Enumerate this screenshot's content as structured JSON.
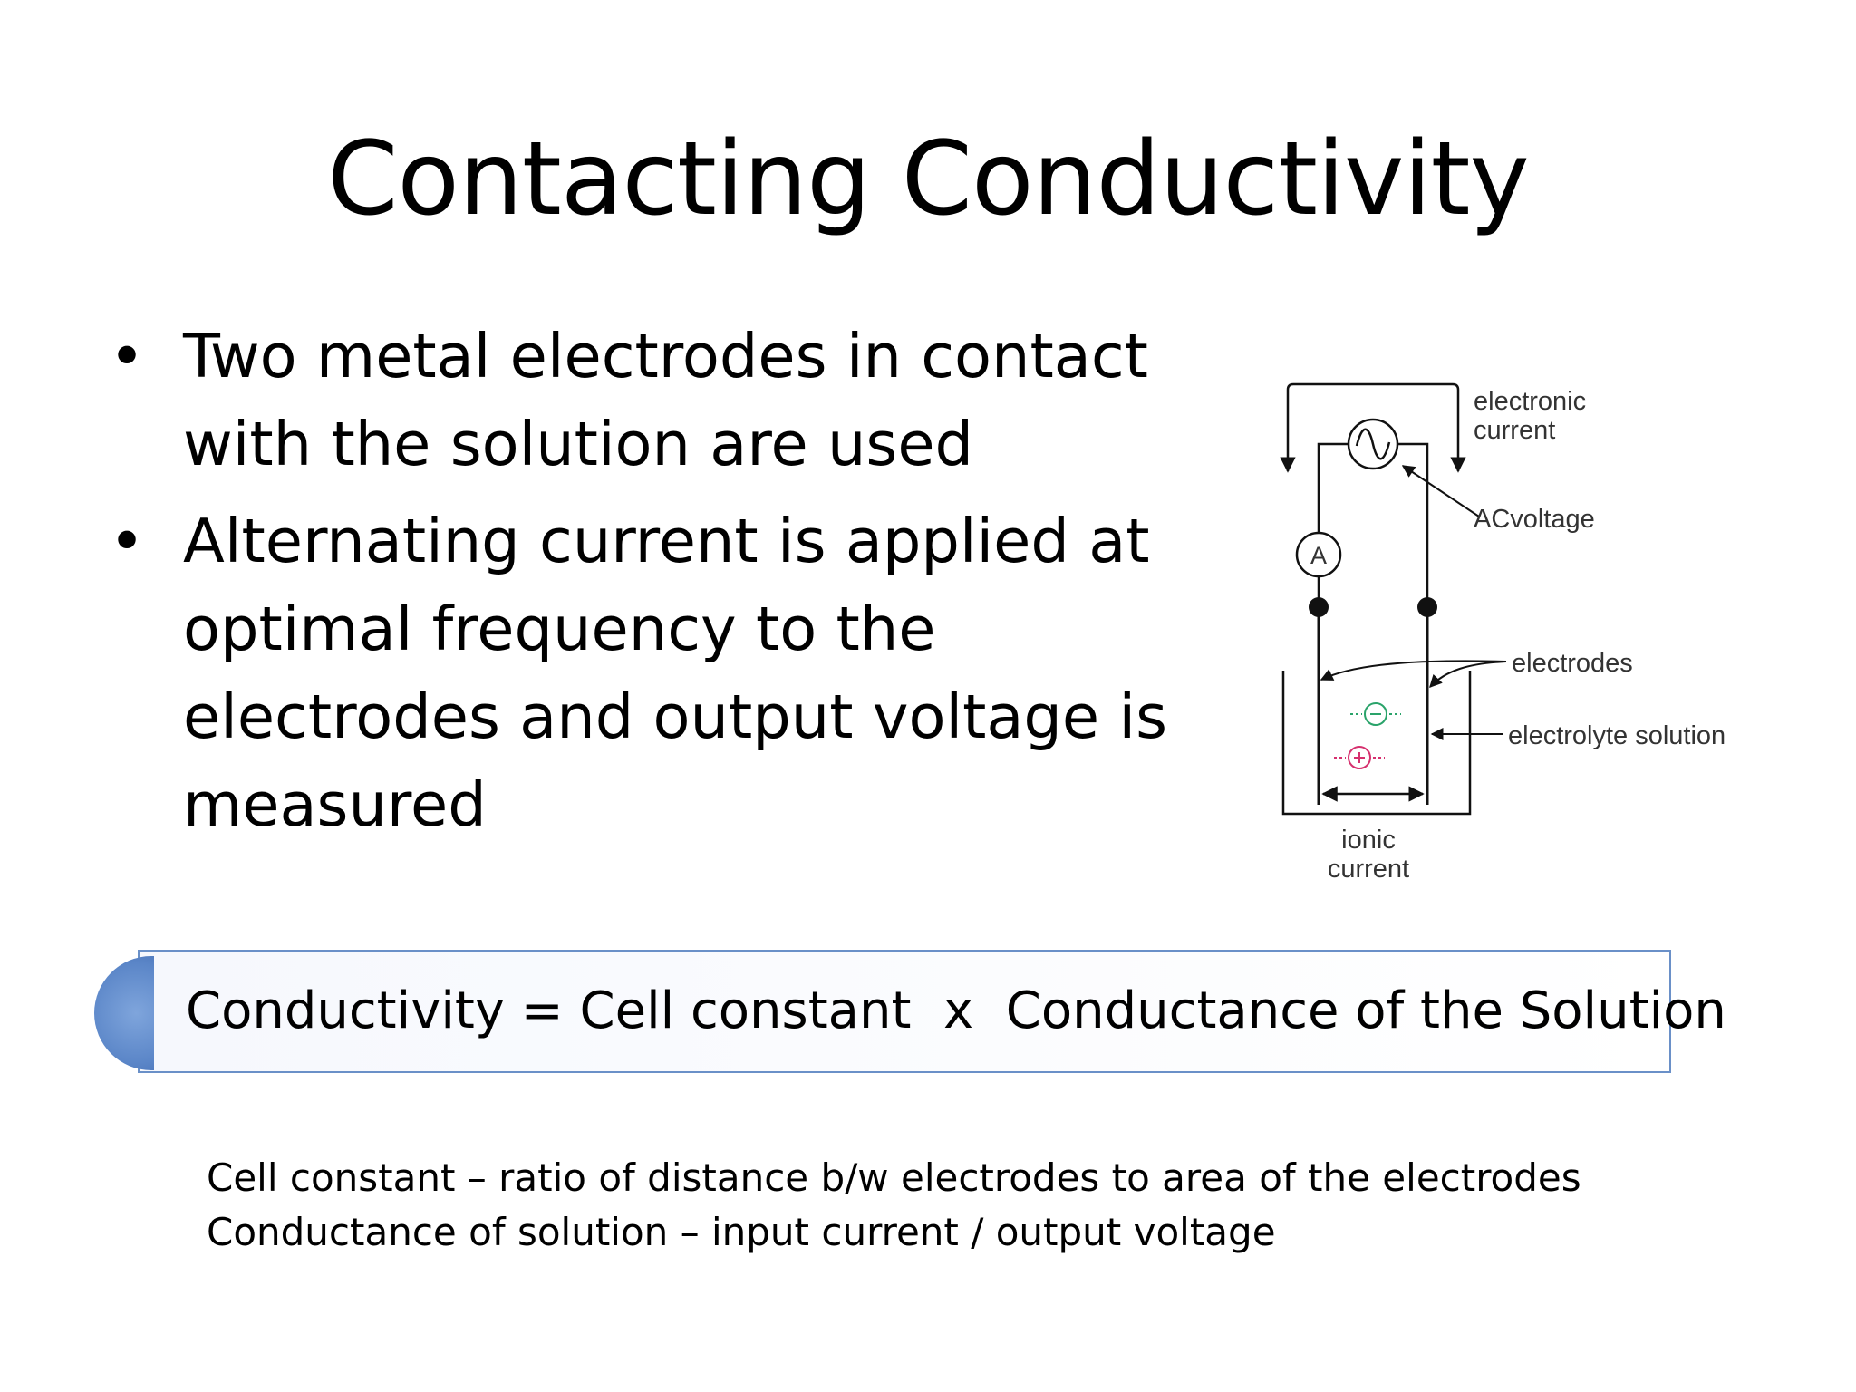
{
  "slide": {
    "title": "Contacting Conductivity",
    "bullets": [
      {
        "marker": "•",
        "line1": "Two metal electrodes in contact",
        "line2": "with the solution are used"
      },
      {
        "marker": "•",
        "line1": "Alternating current is applied at",
        "line2": "optimal frequency to the",
        "line3": "electrodes and output voltage is",
        "line4": "measured"
      }
    ],
    "diagram": {
      "labels": {
        "electronic_1": "electronic",
        "electronic_2": "current",
        "ammeter": "A",
        "ac_voltage": "ACvoltage",
        "electrodes": "electrodes",
        "electrolyte": "electrolyte solution",
        "ionic_1": "ionic",
        "ionic_2": "current",
        "minus": "−",
        "plus": "+"
      },
      "colors": {
        "lines": "#111111",
        "anion": "#2aa36a",
        "cation": "#d6306e"
      }
    },
    "formula": "Conductivity = Cell constant  x  Conductance of the Solution",
    "notes": [
      "Cell constant – ratio of distance b/w electrodes to area of the electrodes",
      "Conductance of solution – input current / output voltage"
    ],
    "colors": {
      "formula_border": "#6a90c8",
      "formula_cap": "#5b86c8"
    }
  }
}
